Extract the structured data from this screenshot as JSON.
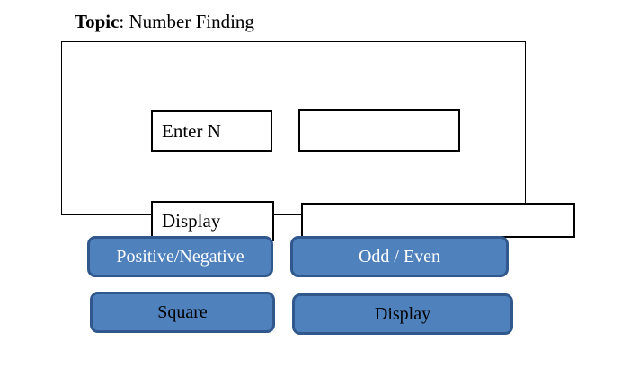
{
  "title": {
    "bold_part": "Topic",
    "rest": ": Number Finding"
  },
  "form_panel": {
    "enter_n_label": "Enter N",
    "n_input_value": "",
    "display_label": "Display",
    "display_field_value": ""
  },
  "buttons": [
    {
      "label": "Positive/Negative",
      "text_color": "#FFFFFF"
    },
    {
      "label": "Odd / Even",
      "text_color": "#FFFFFF"
    },
    {
      "label": "Square",
      "text_color": "#000000"
    },
    {
      "label": "Display",
      "text_color": "#000000"
    }
  ],
  "colors": {
    "button_fill": "#4F81BD",
    "button_border": "#30588C",
    "box_border": "#000000",
    "background": "#FFFFFF"
  }
}
